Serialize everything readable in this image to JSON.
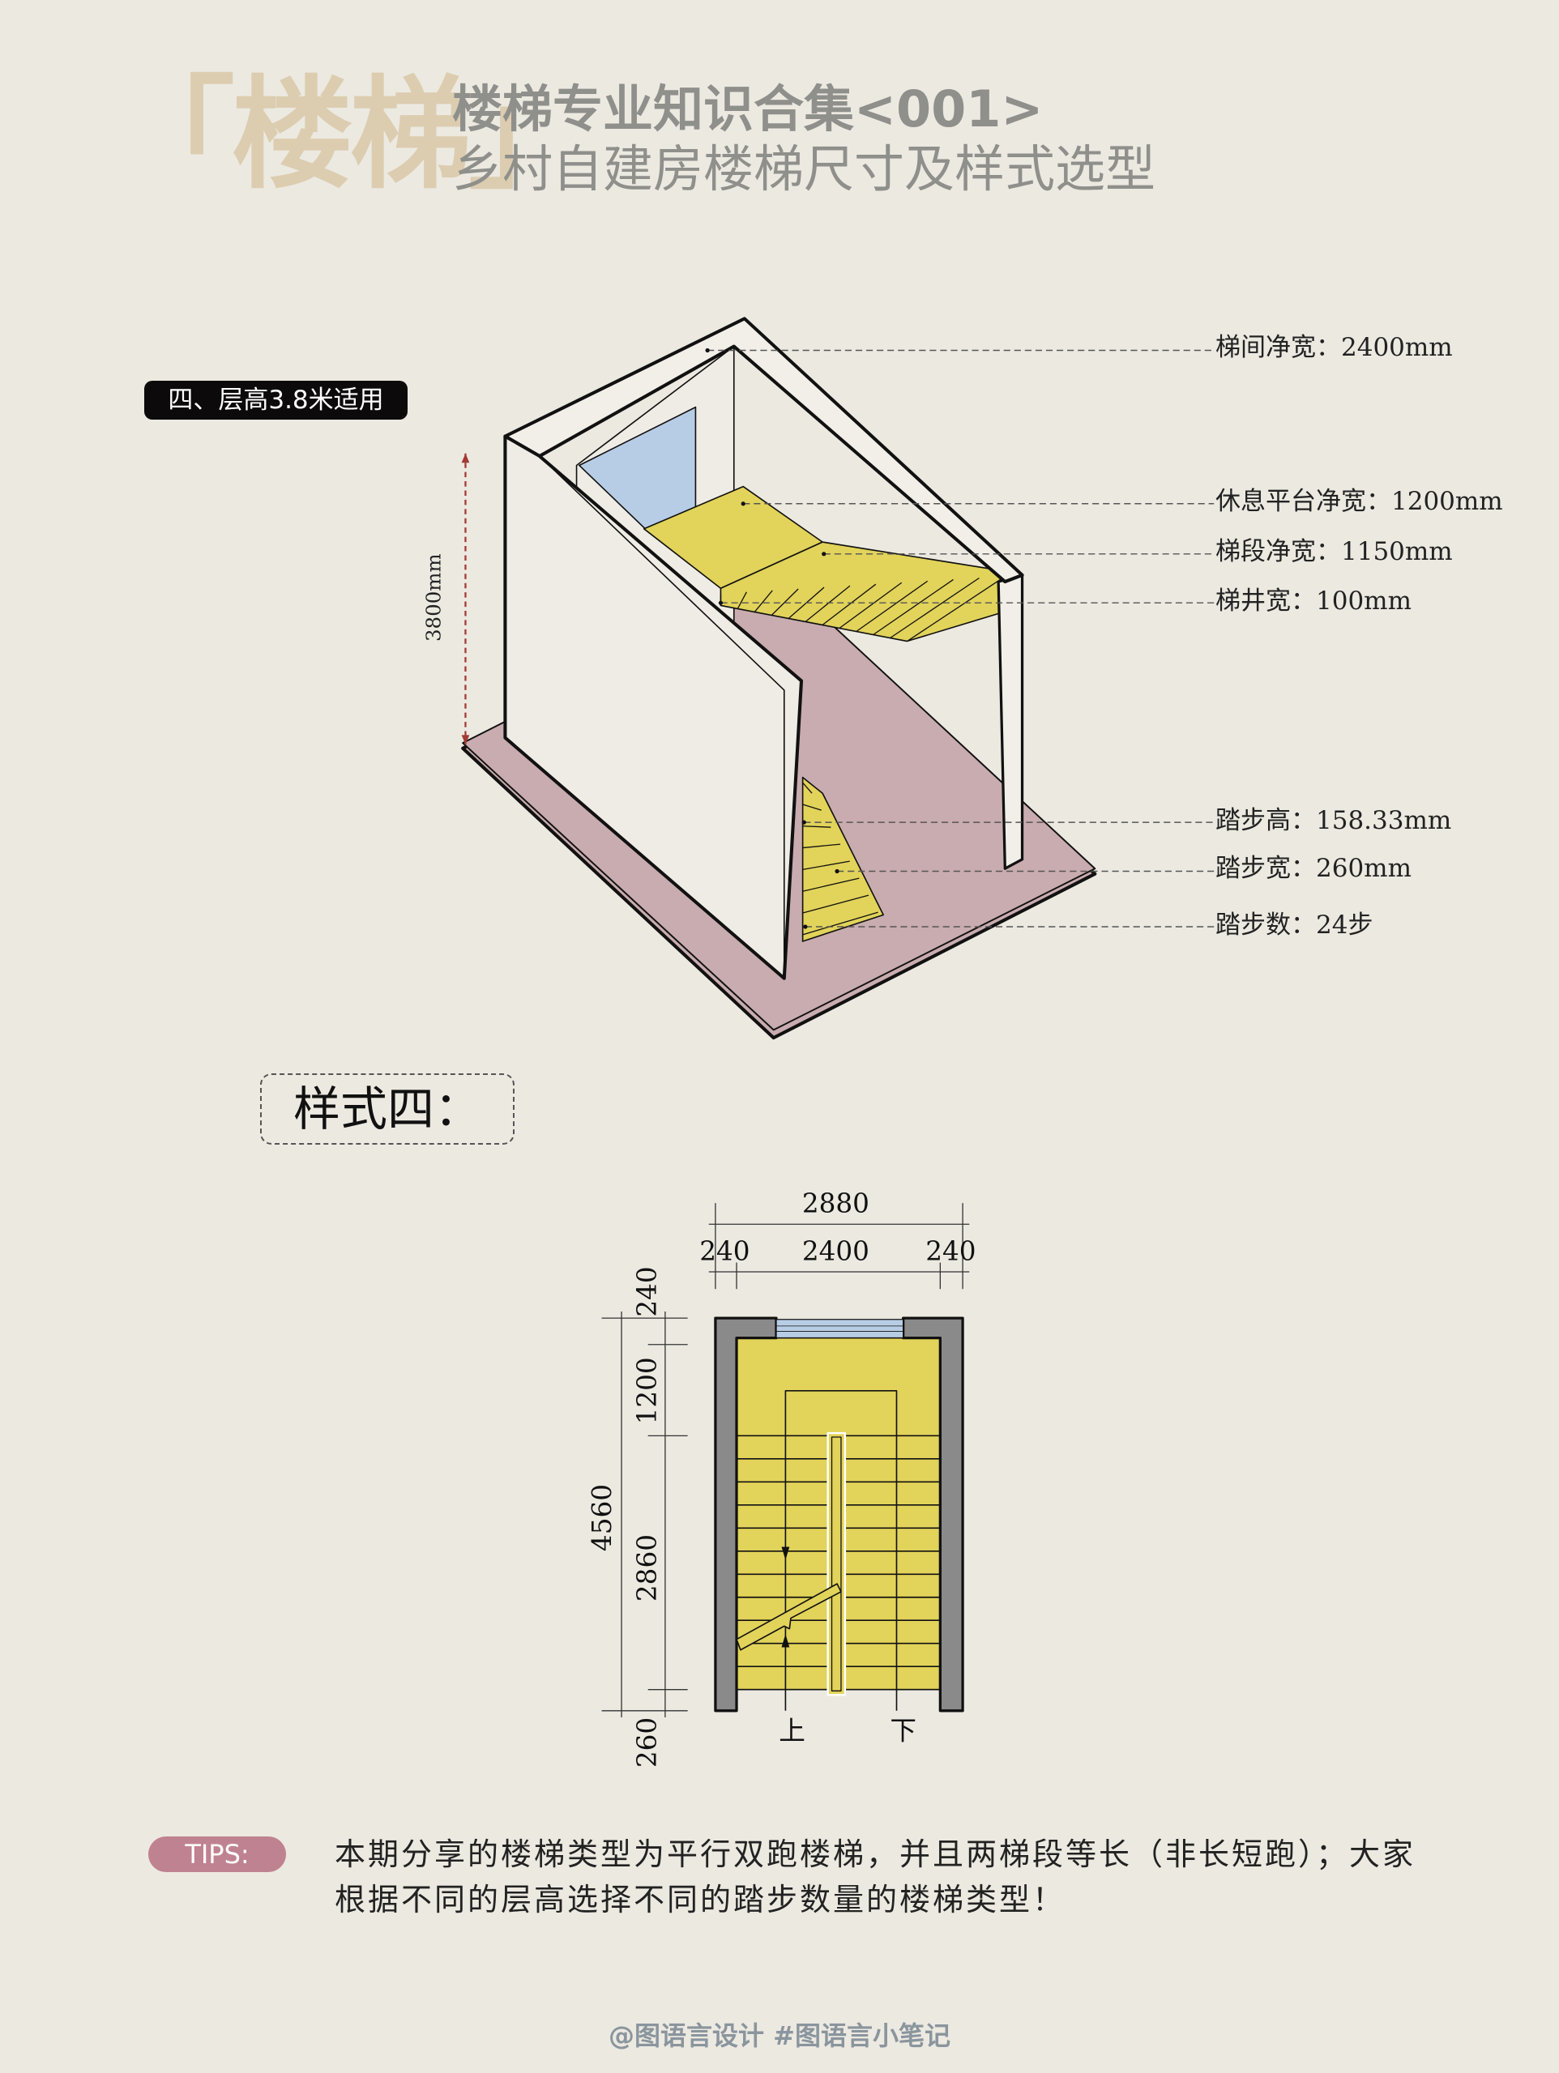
{
  "header": {
    "brand": "「楼梯」",
    "title": "楼梯专业知识合集<001>",
    "subtitle": "乡村自建房楼梯尺寸及样式选型"
  },
  "section_badge": "四、层高3.8米适用",
  "iso": {
    "height_dim": "3800mm",
    "labels": [
      "梯间净宽：2400mm",
      "休息平台净宽：1200mm",
      "梯段净宽：1150mm",
      "梯井宽：100mm",
      "踏步高：158.33mm",
      "踏步宽：260mm",
      "踏步数：24步"
    ]
  },
  "style_title": "样式四：",
  "plan": {
    "total_width": "2880",
    "wall_left": "240",
    "clear_width": "2400",
    "wall_right": "240",
    "total_depth": "4560",
    "top_wall": "240",
    "landing": "1200",
    "flight": "2860",
    "bottom": "260",
    "up": "上",
    "down": "下"
  },
  "tips": {
    "label": "TIPS:",
    "lines": [
      "本期分享的楼梯类型为平行双跑楼梯，并且两梯段等长（非长短跑）；大家",
      "根据不同的层高选择不同的踏步数量的楼梯类型！"
    ]
  },
  "footer": "@图语言设计  #图语言小笔记",
  "colors": {
    "background": "#ece9e1",
    "stair": "#e2d35a",
    "floor": "#c9acaf",
    "window": "#b7cde6",
    "wall": "#8a8a8a",
    "tips": "#bf8290"
  }
}
